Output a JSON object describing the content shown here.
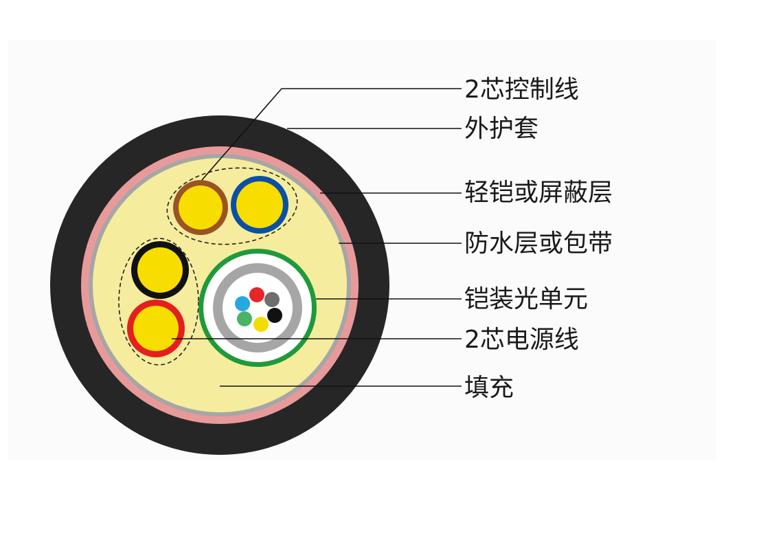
{
  "labels": {
    "control_wire": "2芯控制线",
    "outer_sheath": "外护套",
    "armor_shield": "轻铠或屏蔽层",
    "waterproof_tape": "防水层或包带",
    "armored_optical_unit": "铠装光单元",
    "power_wire": "2芯电源线",
    "filler": "填充"
  },
  "colors": {
    "outer_sheath": "#262626",
    "pink_layer": "#e89a9a",
    "gray_layer": "#a6a6a6",
    "filler": "#f5ec9e",
    "conductor": "#f7dd00",
    "brown": "#9a5424",
    "blue": "#0b4fa6",
    "black": "#111111",
    "red": "#e41f1f",
    "green": "#1f9a3a",
    "fiber_red": "#e6262a",
    "fiber_gray": "#6e6e6e",
    "fiber_black": "#111111",
    "fiber_yellow": "#f5dc00",
    "fiber_green": "#4bb366",
    "fiber_cyan": "#27a7e0"
  }
}
